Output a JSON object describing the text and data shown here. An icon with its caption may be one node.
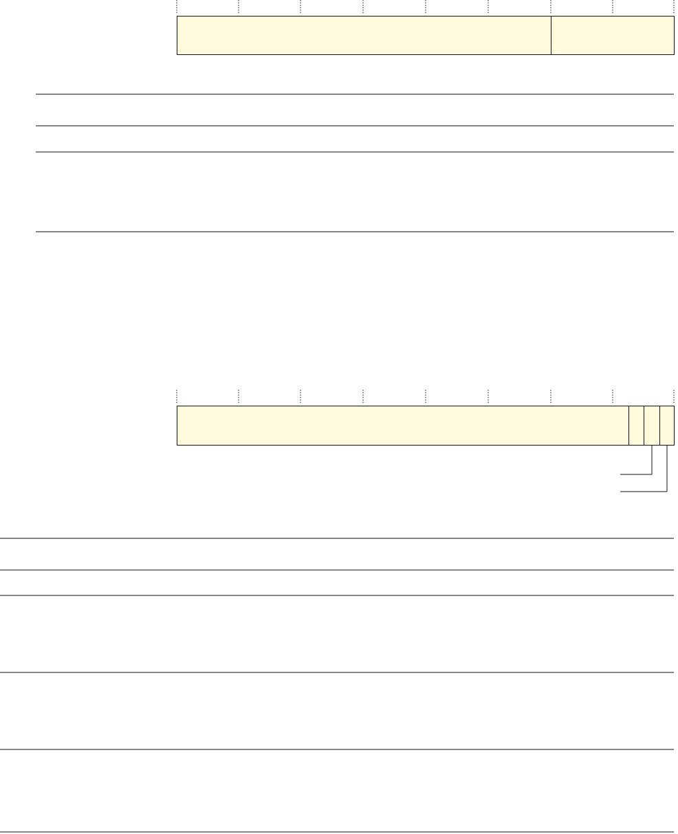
{
  "diagram": {
    "nodes": [
      {
        "text": [],
        "shape": "bar"
      },
      {
        "text": [],
        "shape": "bar"
      },
      {
        "text": [],
        "shape": "bar"
      },
      {
        "text": [],
        "shape": "bar"
      },
      {
        "text": [],
        "shape": "bar"
      },
      {
        "text": [],
        "shape": "bar"
      }
    ],
    "edges": [
      {
        "from": null,
        "to": 4,
        "arrow": "none"
      },
      {
        "from": null,
        "to": 5,
        "arrow": "none"
      }
    ]
  }
}
